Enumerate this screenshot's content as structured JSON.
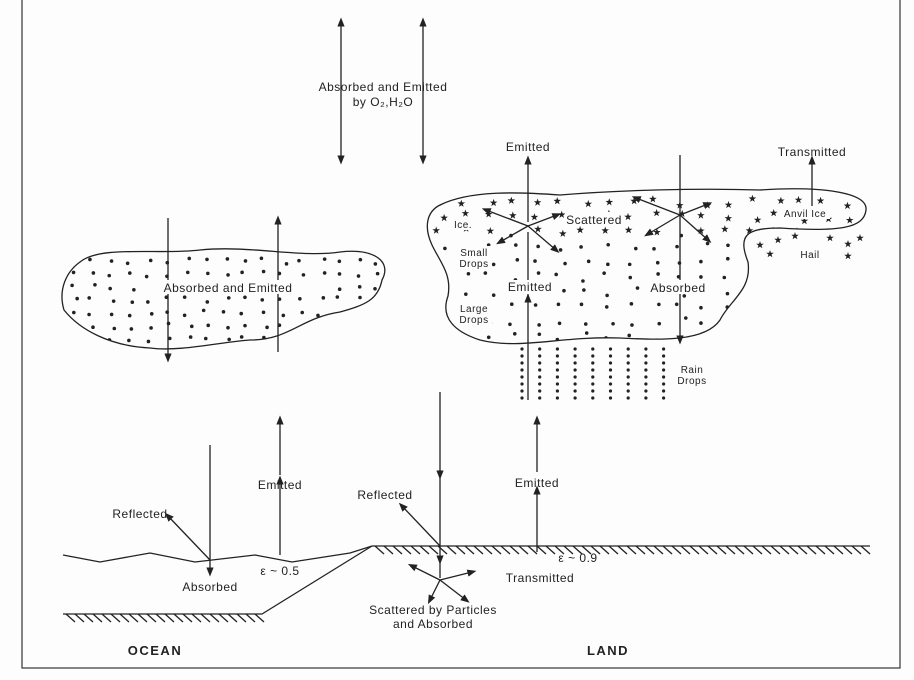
{
  "top": {
    "line1": "Absorbed and Emitted",
    "line2": "by O₂,H₂O"
  },
  "left_cloud": {
    "label": "Absorbed and Emitted"
  },
  "right_cloud": {
    "emitted_top": "Emitted",
    "scattered": "Scattered",
    "emitted_inner": "Emitted",
    "absorbed": "Absorbed",
    "transmitted": "Transmitted",
    "anvil_ice": "Anvil Ice",
    "hail": "Hail",
    "ice": "Ice.",
    "small_drops": [
      "Small",
      "Drops"
    ],
    "large_drops": [
      "Large",
      "Drops"
    ],
    "rain_drops": [
      "Rain",
      "Drops"
    ]
  },
  "ocean": {
    "reflected": "Reflected",
    "emitted": "Emitted",
    "absorbed": "Absorbed",
    "emissivity": "ε ~ 0.5",
    "label": "OCEAN"
  },
  "land": {
    "reflected": "Reflected",
    "emitted": "Emitted",
    "emissivity": "ε ~ 0.9",
    "transmitted": "Transmitted",
    "scattered": [
      "Scattered by Particles",
      "and Absorbed"
    ],
    "label": "LAND"
  }
}
